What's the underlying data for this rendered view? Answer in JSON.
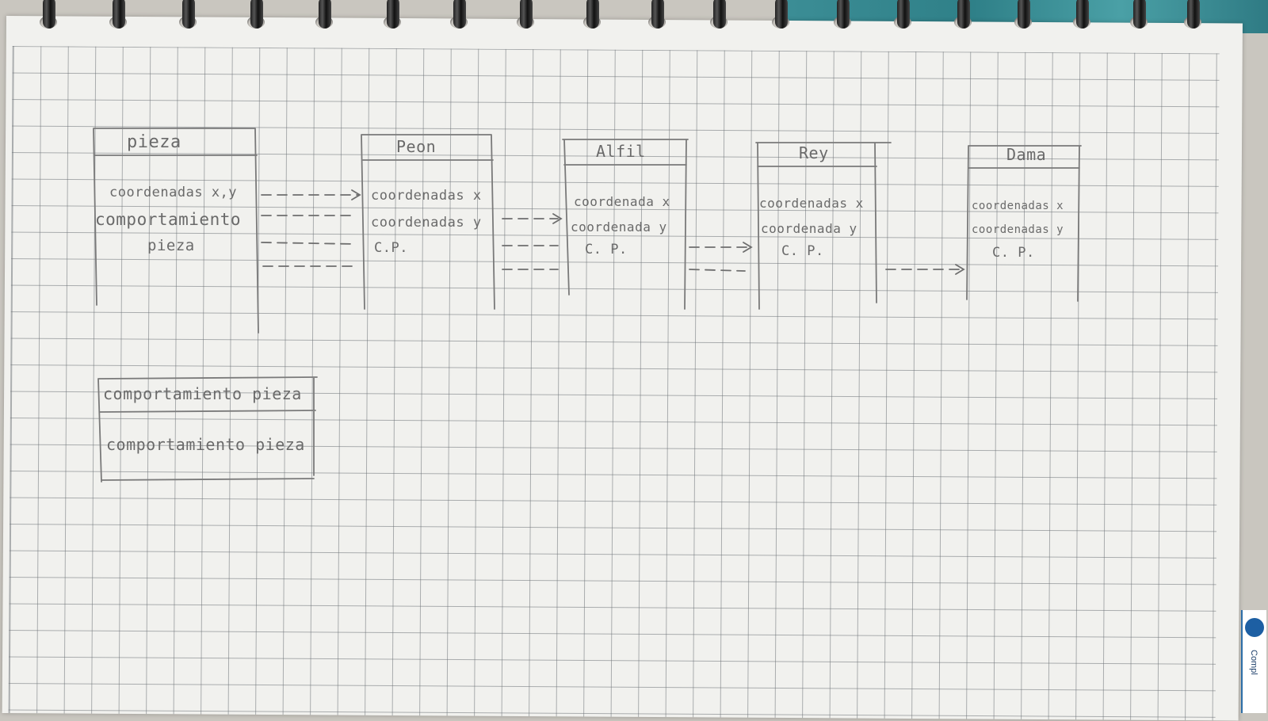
{
  "diagram": {
    "boxes": [
      {
        "id": "pieza",
        "title": "pieza",
        "lines": [
          "coordenadas x,y",
          "comportamiento",
          "pieza"
        ]
      },
      {
        "id": "peon",
        "title": "Peon",
        "lines": [
          "coordenadas x",
          "coordenadas y",
          "C.P."
        ]
      },
      {
        "id": "alfil",
        "title": "Alfil",
        "lines": [
          "coordenada x",
          "coordenada y",
          "C. P."
        ]
      },
      {
        "id": "rey",
        "title": "Rey",
        "lines": [
          "coordenadas x",
          "coordenada y",
          "C. P."
        ]
      },
      {
        "id": "dama",
        "title": "Dama",
        "lines": [
          "coordenadas x",
          "coordenadas y",
          "C. P."
        ]
      }
    ],
    "lower_box": {
      "title": "comportamiento pieza",
      "body": "comportamiento pieza"
    }
  },
  "cover": {
    "text": "Compl"
  },
  "colors": {
    "pencil": "#6a6a6a",
    "grid": "#7a7f85",
    "paper": "#f1f1ee",
    "cover": "#2f8088"
  }
}
